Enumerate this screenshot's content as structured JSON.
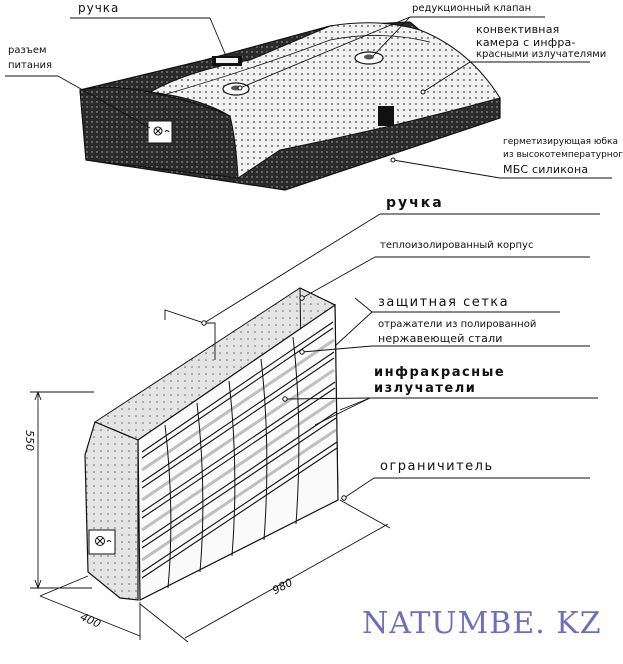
{
  "top_unit": {
    "labels": {
      "handle": "ручка",
      "valve": "редукционный клапан",
      "chamber_1": "конвективная",
      "chamber_2": "камера с инфра-",
      "chamber_3": "красными излучателями",
      "power_1": "разъем",
      "power_2": "питания",
      "skirt_1": "герметизирующая юбка",
      "skirt_2": "из высокотемпературного",
      "skirt_3": "МБС силикона"
    }
  },
  "side_unit": {
    "labels": {
      "handle": "ручка",
      "housing": "теплоизолированный корпус",
      "grid": "защитная сетка",
      "reflectors_1": "отражатели из полированной",
      "reflectors_2": "нержавеющей стали",
      "emitters_1": "инфракрасные",
      "emitters_2": "излучатели",
      "limiter": "ограничитель"
    },
    "dimensions": {
      "height": "550",
      "depth": "400",
      "width": "980"
    }
  },
  "watermark": "NATUMBE. KZ",
  "colors": {
    "line": "#111111",
    "dots": "#555555",
    "fill": "#ededed",
    "watermark": "#6d6fb8"
  }
}
